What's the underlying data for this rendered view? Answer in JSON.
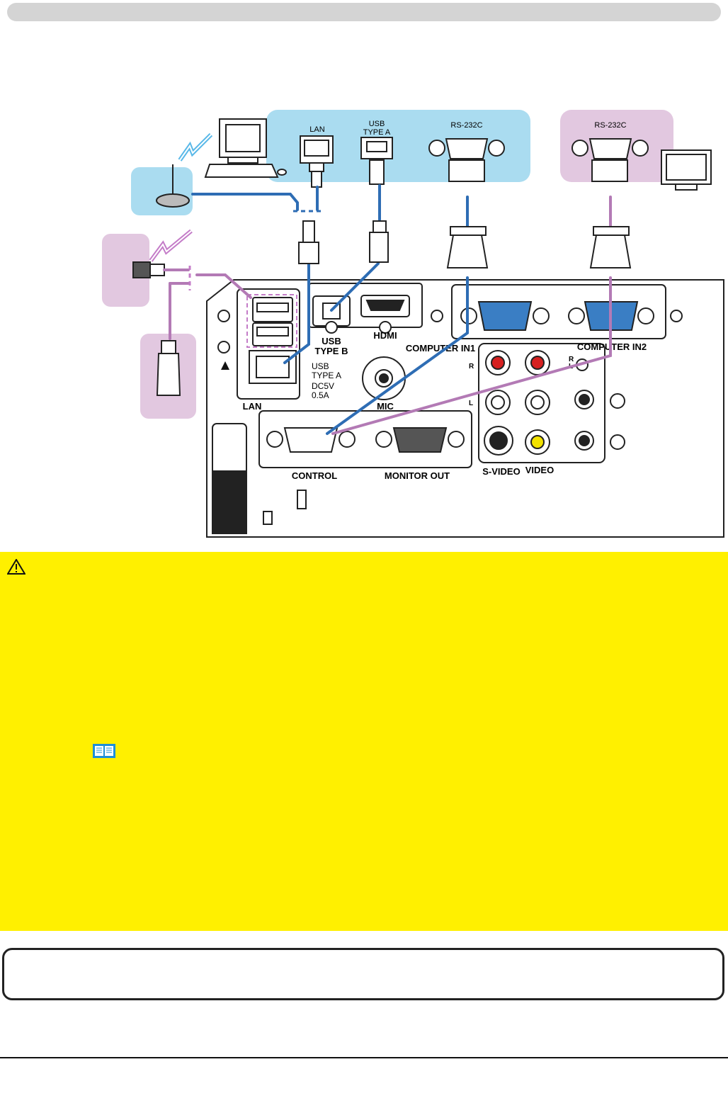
{
  "labels": {
    "lan_top": "LAN",
    "usb_top_1": "USB",
    "usb_top_2": "TYPE A",
    "rs232c_left": "RS-232C",
    "rs232c_right": "RS-232C",
    "usb_type_b_1": "USB",
    "usb_type_b_2": "TYPE B",
    "hdmi": "HDMI",
    "computer_in1": "COMPUTER IN1",
    "computer_in2": "COMPUTER IN2",
    "usb_a_1": "USB",
    "usb_a_2": "TYPE A",
    "usb_a_3": "DC5V",
    "usb_a_4": "0.5A",
    "lan_panel": "LAN",
    "mic": "MIC",
    "control": "CONTROL",
    "monitor_out": "MONITOR OUT",
    "s_video": "S-VIDEO",
    "video": "VIDEO",
    "r_1": "R",
    "l_1": "L",
    "r_2": "R",
    "l_2": "L"
  },
  "colors": {
    "blue_cable": "#2e6db4",
    "purple_cable": "#b37ab5",
    "light_blue_bg": "#aadcf0",
    "light_purple_bg": "#e2c8e0",
    "caution_yellow": "#fff000"
  },
  "icons": [
    "caution-icon",
    "book-icon",
    "computer-icon",
    "monitor-icon",
    "usb-drive-icon",
    "wireless-adapter-icon",
    "access-point-icon"
  ]
}
